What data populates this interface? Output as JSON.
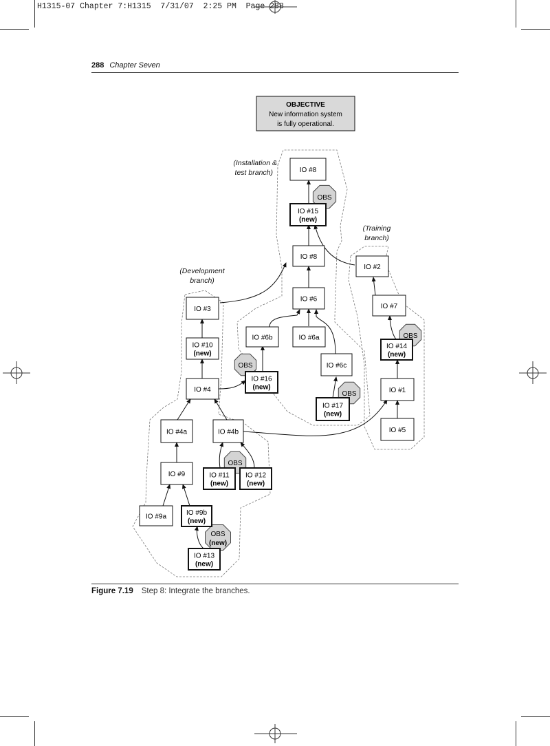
{
  "slug": "H1315-07 Chapter 7:H1315  7/31/07  2:25 PM  Page 288",
  "header": {
    "page_number": "288",
    "chapter": "Chapter Seven"
  },
  "objective": {
    "title": "OBJECTIVE",
    "line1": "New information system",
    "line2": "is fully operational."
  },
  "branch_labels": {
    "installation_1": "(Installation &",
    "installation_2": "test branch)",
    "training_1": "(Training",
    "training_2": "branch)",
    "development_1": "(Development",
    "development_2": "branch)"
  },
  "nodes": {
    "io8_top": "IO #8",
    "io15": "IO #15",
    "io8": "IO #8",
    "io6": "IO #6",
    "io6b": "IO #6b",
    "io6a": "IO #6a",
    "io6c": "IO #6c",
    "io16": "IO #16",
    "io17": "IO #17",
    "io2": "IO #2",
    "io7": "IO #7",
    "io14": "IO #14",
    "io1": "IO #1",
    "io5": "IO #5",
    "io3": "IO #3",
    "io10": "IO #10",
    "io4": "IO #4",
    "io4a": "IO #4a",
    "io4b": "IO #4b",
    "io9": "IO #9",
    "io11": "IO #11",
    "io12": "IO #12",
    "io9a": "IO #9a",
    "io9b": "IO #9b",
    "io13": "IO #13",
    "new": "(new)"
  },
  "obs": {
    "label": "OBS",
    "new_label": "(new)"
  },
  "caption": {
    "figure": "Figure 7.19",
    "text": "Step 8: Integrate the branches."
  },
  "colors": {
    "obs_fill": "#d4d4d4",
    "objective_fill": "#d9d9d9"
  }
}
